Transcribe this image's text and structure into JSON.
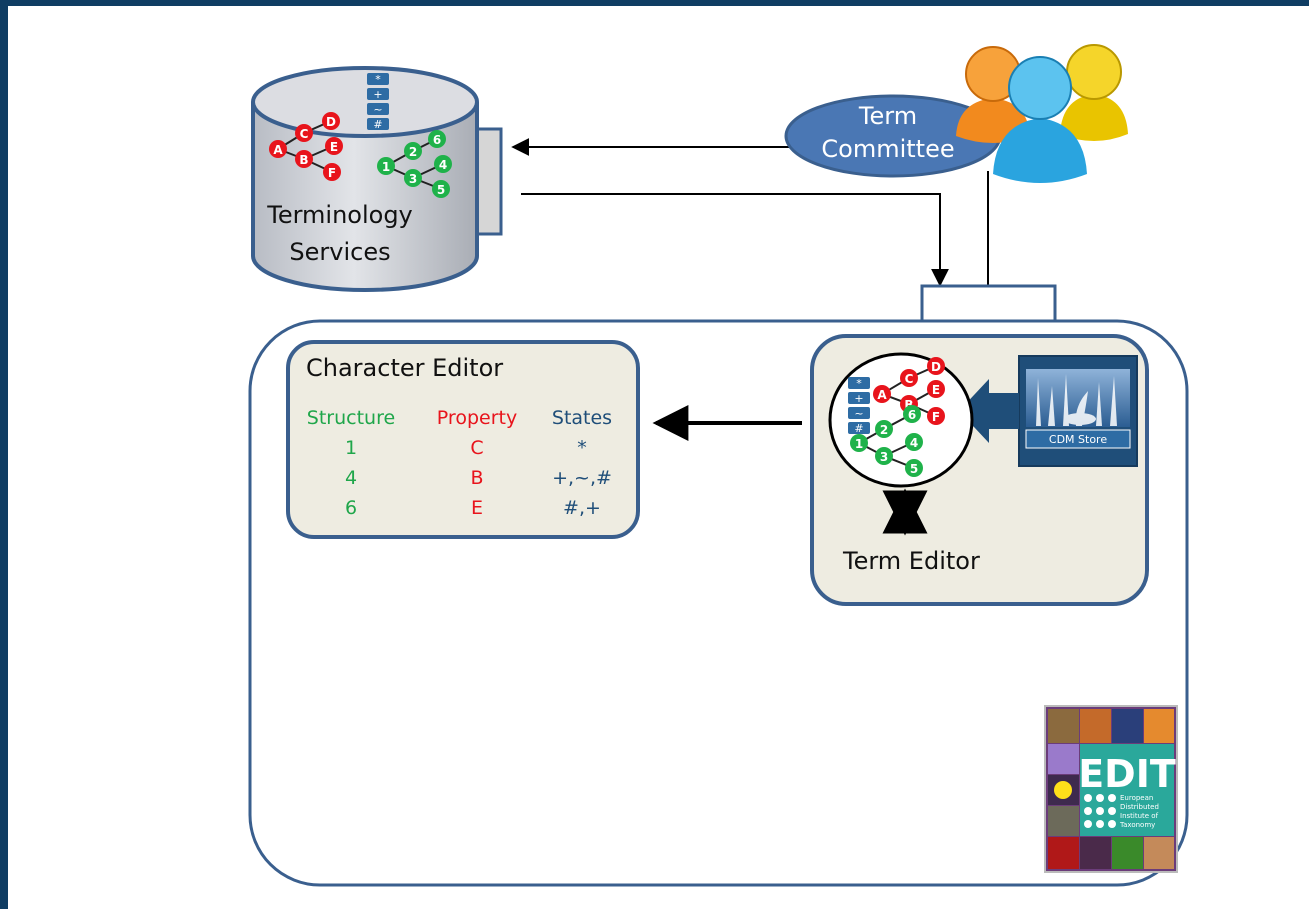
{
  "terminology_services": {
    "label_line1": "Terminology",
    "label_line2": "Services",
    "state_symbols": [
      "*",
      "+",
      "~",
      "#"
    ],
    "red_nodes": [
      "A",
      "C",
      "D",
      "B",
      "E",
      "F"
    ],
    "green_nodes": [
      "1",
      "2",
      "6",
      "3",
      "4",
      "5"
    ]
  },
  "term_committee": {
    "label_line1": "Term",
    "label_line2": "Committee"
  },
  "character_editor": {
    "title": "Character Editor",
    "columns": [
      "Structure",
      "Property",
      "States"
    ],
    "rows": [
      [
        "1",
        "C",
        "*"
      ],
      [
        "4",
        "B",
        "+,~,#"
      ],
      [
        "6",
        "E",
        "#,+"
      ]
    ]
  },
  "term_editor": {
    "label": "Term Editor",
    "state_symbols": [
      "*",
      "+",
      "~",
      "#"
    ],
    "red_nodes": [
      "A",
      "C",
      "D",
      "B",
      "E",
      "F"
    ],
    "green_nodes": [
      "6",
      "2",
      "4",
      "1",
      "3",
      "5"
    ]
  },
  "cdm_store": {
    "label": "CDM Store"
  },
  "edit_logo": {
    "title": "EDIT",
    "subtitle_lines": [
      "European",
      "Distributed",
      "Institute of",
      "Taxonomy"
    ]
  },
  "colors": {
    "frame": "#0f3d63",
    "panel_border": "#3a5f8e",
    "panel_fill": "#eeece1",
    "committee_fill": "#4a77b4",
    "red_node": "#e8141c",
    "green_node": "#1fb24a",
    "structure_text": "#1fa64a",
    "property_text": "#e8141c",
    "states_text": "#1f4e79",
    "cdm_blue": "#1f4e79",
    "edit_teal": "#2aa89b"
  }
}
